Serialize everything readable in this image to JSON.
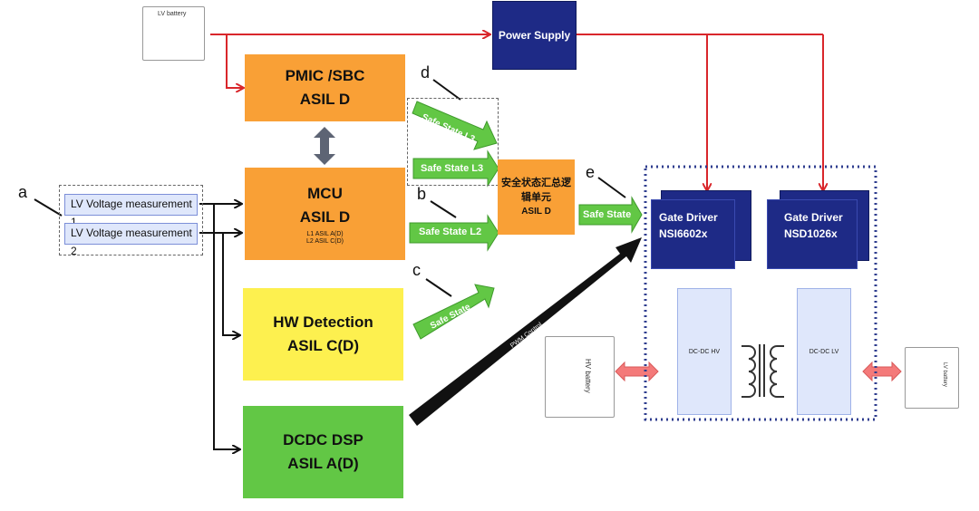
{
  "lv_battery_top": "LV battery",
  "power_supply": "Power Supply",
  "pmic": {
    "line1": "PMIC /SBC",
    "line2": "ASIL D"
  },
  "mcu": {
    "line1": "MCU",
    "line2": "ASIL D",
    "sub1": "L1 ASIL A(D)",
    "sub2": "L2 ASIL C(D)"
  },
  "hw_detection": {
    "line1": "HW Detection",
    "line2": "ASIL C(D)"
  },
  "dcdc_dsp": {
    "line1": "DCDC DSP",
    "line2": "ASIL A(D)"
  },
  "measurements": [
    "LV Voltage measurement 1",
    "LV Voltage measurement 2"
  ],
  "safe_state_unit": {
    "line1": "安全状态汇总逻",
    "line2": "辑单元",
    "line3": "ASIL D"
  },
  "arrows": {
    "l3_diag": "Safe State L3",
    "l3": "Safe State L3",
    "l2": "Safe State L2",
    "c": "Safe State",
    "e": "Safe State",
    "pwm": "PWM Control"
  },
  "letters": {
    "a": "a",
    "b": "b",
    "c": "c",
    "d": "d",
    "e": "e"
  },
  "gate_driver_1": {
    "line1": "Gate Driver",
    "line2": "NSI6602x"
  },
  "gate_driver_2": {
    "line1": "Gate Driver",
    "line2": "NSD1026x"
  },
  "dcdc_hv": "DC-DC HV",
  "dcdc_lv": "DC-DC LV",
  "hv_battery": "HV battery",
  "lv_battery_right": "LV battery",
  "colors": {
    "red": "#d9262b",
    "orange": "#f9a036",
    "navy": "#1e2a86",
    "green": "#62c745",
    "yellow": "#fdf04f",
    "pink": "#f47a7a"
  }
}
